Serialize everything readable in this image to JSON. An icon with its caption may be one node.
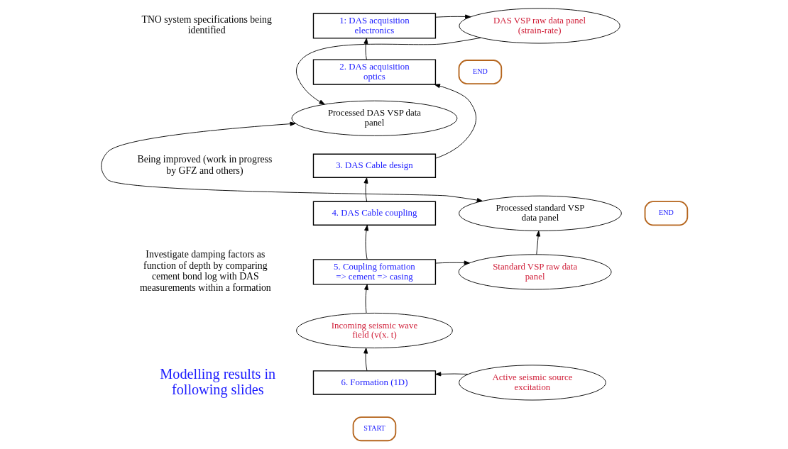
{
  "diagram": {
    "nodes": [
      {
        "text": [
          "1: DAS acquisition electronics"
        ]
      },
      {
        "text": [
          "DAS VSP raw data panel (strain-rate)"
        ]
      },
      {
        "text": [
          "2. DAS acquisition optics"
        ]
      },
      {
        "text": [
          "END"
        ]
      },
      {
        "text": [
          "Processed DAS VSP data panel"
        ]
      },
      {
        "text": [
          "3. DAS Cable design"
        ]
      },
      {
        "text": [
          "Processed standard VSP data panel"
        ]
      },
      {
        "text": [
          "4. DAS Cable coupling"
        ]
      },
      {
        "text": [
          "END"
        ]
      },
      {
        "text": [
          "5. Coupling formation => cement => casing"
        ]
      },
      {
        "text": [
          "Standard VSP raw data panel"
        ]
      },
      {
        "text": [
          "Incoming seismic wave field (v(x. t)"
        ]
      },
      {
        "text": [
          "6. Formation (1D)"
        ]
      },
      {
        "text": [
          "Active seismic source excitation"
        ]
      },
      {
        "text": [
          "START"
        ]
      }
    ],
    "edges": [
      {
        "from": 12,
        "to": 11,
        "arrow": "to"
      },
      {
        "from": 11,
        "to": 9,
        "arrow": "to"
      },
      {
        "from": 9,
        "to": 7,
        "arrow": "to"
      },
      {
        "from": 7,
        "to": 5,
        "arrow": "to"
      },
      {
        "from": 5,
        "to": 2,
        "arrow": "to"
      },
      {
        "from": 2,
        "to": 0,
        "arrow": "to"
      },
      {
        "from": 0,
        "to": 1,
        "arrow": "to"
      },
      {
        "from": 1,
        "to": 4,
        "arrow": "to"
      },
      {
        "from": 4,
        "to": 6,
        "arrow": "both"
      },
      {
        "from": 10,
        "to": 6,
        "arrow": "to"
      },
      {
        "from": 9,
        "to": 10,
        "arrow": "to"
      },
      {
        "from": 13,
        "to": 12,
        "arrow": "to"
      }
    ],
    "labels": [
      "TNO system specifications being identified",
      "Being improved (work in progress by GFZ and others)",
      "Investigate damping factors as function of depth by comparing cement bond log with DAS measurements within a formation",
      "Modelling results in following slides"
    ]
  }
}
